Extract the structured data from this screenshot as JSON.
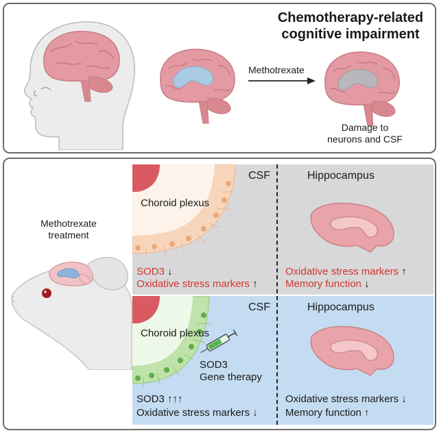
{
  "top": {
    "title_line1": "Chemotherapy-related",
    "title_line2": "cognitive impairment",
    "arrow_label": "Methotrexate",
    "damage_line1": "Damage to",
    "damage_line2": "neurons and CSF"
  },
  "left": {
    "treatment_line1": "Methotrexate",
    "treatment_line2": "treatment"
  },
  "control_row": {
    "csf_title": "CSF",
    "hip_title": "Hippocampus",
    "choroid_label": "Choroid plexus",
    "csf_sod3": "SOD3",
    "csf_sod3_arrow": "↓",
    "csf_oxidative": "Oxidative stress markers",
    "csf_oxidative_arrow": "↑",
    "hip_oxidative": "Oxidative stress markers",
    "hip_oxidative_arrow": "↑",
    "hip_memory": "Memory function",
    "hip_memory_arrow": "↓"
  },
  "treated_row": {
    "csf_title": "CSF",
    "hip_title": "Hippocampus",
    "choroid_label": "Choroid plexus",
    "gene_line1": "SOD3",
    "gene_line2": "Gene therapy",
    "csf_sod3": "SOD3",
    "csf_sod3_arrows": "↑↑↑",
    "csf_oxidative": "Oxidative stress markers",
    "csf_oxidative_arrow": "↓",
    "hip_oxidative": "Oxidative stress markers",
    "hip_oxidative_arrow": "↓",
    "hip_memory": "Memory function",
    "hip_memory_arrow": "↑"
  },
  "colors": {
    "panel_border": "#6b6b6b",
    "control_bg": "#d8d8da",
    "treated_bg": "#c4dcf2",
    "red_text": "#d2352b",
    "brain": "#e8a0a8",
    "ventricle": "#a9cbe3",
    "hippocampus": "#e8a4a8",
    "plexus_red": "#d85a63",
    "control_cells": "#f6cfb0",
    "treated_cells": "#b9dfa5"
  },
  "icons": [
    "human-head-icon",
    "brain-icon",
    "damaged-brain-icon",
    "mouse-icon",
    "syringe-icon",
    "hippocampus-icon",
    "choroid-plexus-icon"
  ]
}
